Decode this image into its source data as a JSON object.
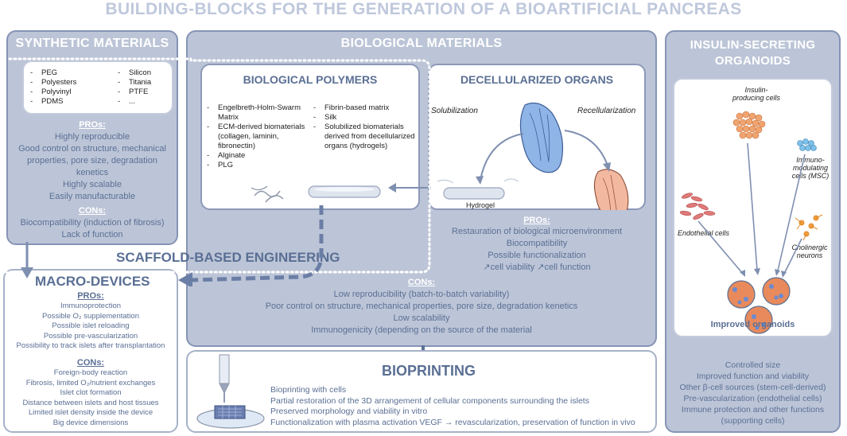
{
  "main_title": "BUILDING-BLOCKS FOR THE GENERATION OF A BIOARTIFICIAL PANCREAS",
  "synthetic": {
    "title": "SYNTHETIC MATERIALS",
    "materials_col1": [
      "PEG",
      "Polyesters",
      "Polyvinyl",
      "PDMS"
    ],
    "materials_col2": [
      "Silicon",
      "Titania",
      "PTFE",
      "..."
    ],
    "pros_heading": "PROs:",
    "pros": [
      "Highly reproducible",
      "Good control on structure, mechanical",
      "properties, pore size, degradation",
      "kenetics",
      "Highly scalable",
      "Easily manufacturable"
    ],
    "cons_heading": "CONs:",
    "cons": [
      "Biocompatibility (induction of fibrosis)",
      "Lack of function"
    ]
  },
  "biological": {
    "title": "BIOLOGICAL MATERIALS",
    "polymers": {
      "title": "BIOLOGICAL POLYMERS",
      "col1": [
        "Engelbreth-Holm-Swarm Matrix",
        "ECM-derived biomaterials (collagen, laminin, fibronectin)",
        "Alginate",
        "PLG"
      ],
      "col2": [
        "Fibrin-based matrix",
        "Silk",
        "Solubilized biomaterials derived from decellularized organs (hydrogels)"
      ]
    },
    "decell": {
      "title": "DECELLULARIZED ORGANS",
      "solubilization": "Solubilization",
      "recellularization": "Recellularization",
      "hydrogel": "Hydrogel"
    },
    "pros_heading": "PROs:",
    "pros": [
      "Restauration of biological microenvironment",
      "Biocompatibility",
      "Possible functionalization",
      "↗cell viability  ↗cell function"
    ],
    "cons_heading": "CONs:",
    "cons": [
      "Low reproducibility (batch-to-batch variability)",
      "Poor control on structure, mechanical properties, pore size, degradation kenetics",
      "Low scalability",
      "Immunogenicity (depending on the source of the material"
    ]
  },
  "scaffold_label": "SCAFFOLD-BASED ENGINEERING",
  "macro": {
    "title": "MACRO-DEVICES",
    "pros_heading": "PROs:",
    "pros": [
      "Immunoprotection",
      "Possible O₂ supplementation",
      "Possible islet reloading",
      "Possible pre-vascularization",
      "Possibility to track islets after transplantation"
    ],
    "cons_heading": "CONs:",
    "cons": [
      "Foreign-body reaction",
      "Fibrosis, limited O₂/nutrient exchanges",
      "Islet clot formation",
      "Distance between islets and host tissues",
      "Limited islet density inside the device",
      "Big device dimensions"
    ]
  },
  "bioprinting": {
    "title": "BIOPRINTING",
    "items": [
      "Bioprinting with cells",
      "Partial restoration of the 3D arrangement of cellular components surrounding the islets",
      "Preserved morphology and viability in vitro",
      "Functionalization with plasma activation VEGF → revascularization, preservation of function in vivo"
    ]
  },
  "organoids": {
    "title_line1": "INSULIN-SECRETING",
    "title_line2": "ORGANOIDS",
    "insulin_cells": [
      "Insulin-",
      "producing cells"
    ],
    "immuno_cells": [
      "Immuno-",
      "modulating",
      "cells (MSC)"
    ],
    "endothelial": "Endothelial cells",
    "cholinergic": [
      "Cholinergic",
      "neurons"
    ],
    "improved": "Improved organoids",
    "features": [
      "Controlled size",
      "Improved function and viability",
      "Other β-cell sources (stem-cell-derived)",
      "Pre-vascularization (endothelial cells)",
      "Immune protection and other functions",
      "(supporting cells)"
    ]
  },
  "colors": {
    "panel": "#bcc5d7",
    "border": "#8593b5",
    "text": "#5a6f94",
    "title_light": "#bfc8dc"
  }
}
